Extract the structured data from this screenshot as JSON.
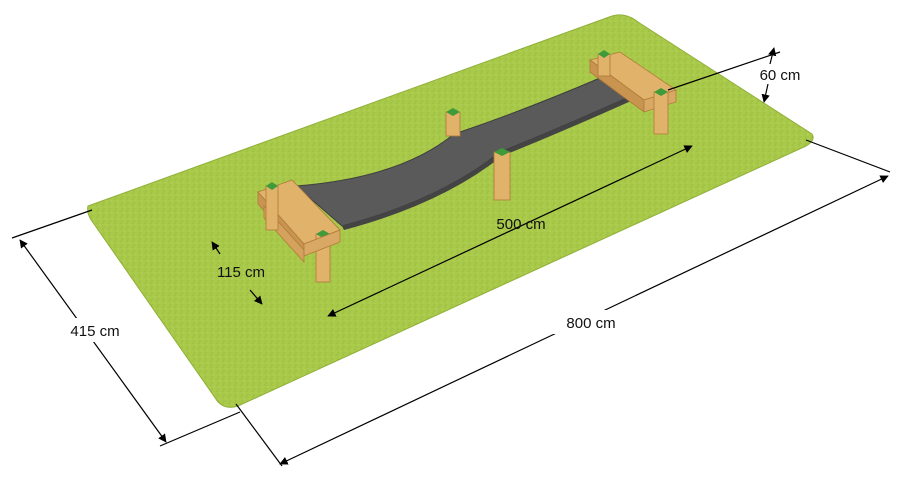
{
  "dimensions": {
    "width": "800 cm",
    "depth": "415 cm",
    "bridge_length": "500 cm",
    "height": "60 cm",
    "bridge_width": "115 cm"
  },
  "colors": {
    "grass": "#a9c94a",
    "grass_dark": "#8fb038",
    "bridge": "#5a5a5a",
    "timber": "#e0b26a",
    "timber_dark": "#c99350",
    "post_cap": "#3f9b3a",
    "line": "#000000"
  }
}
